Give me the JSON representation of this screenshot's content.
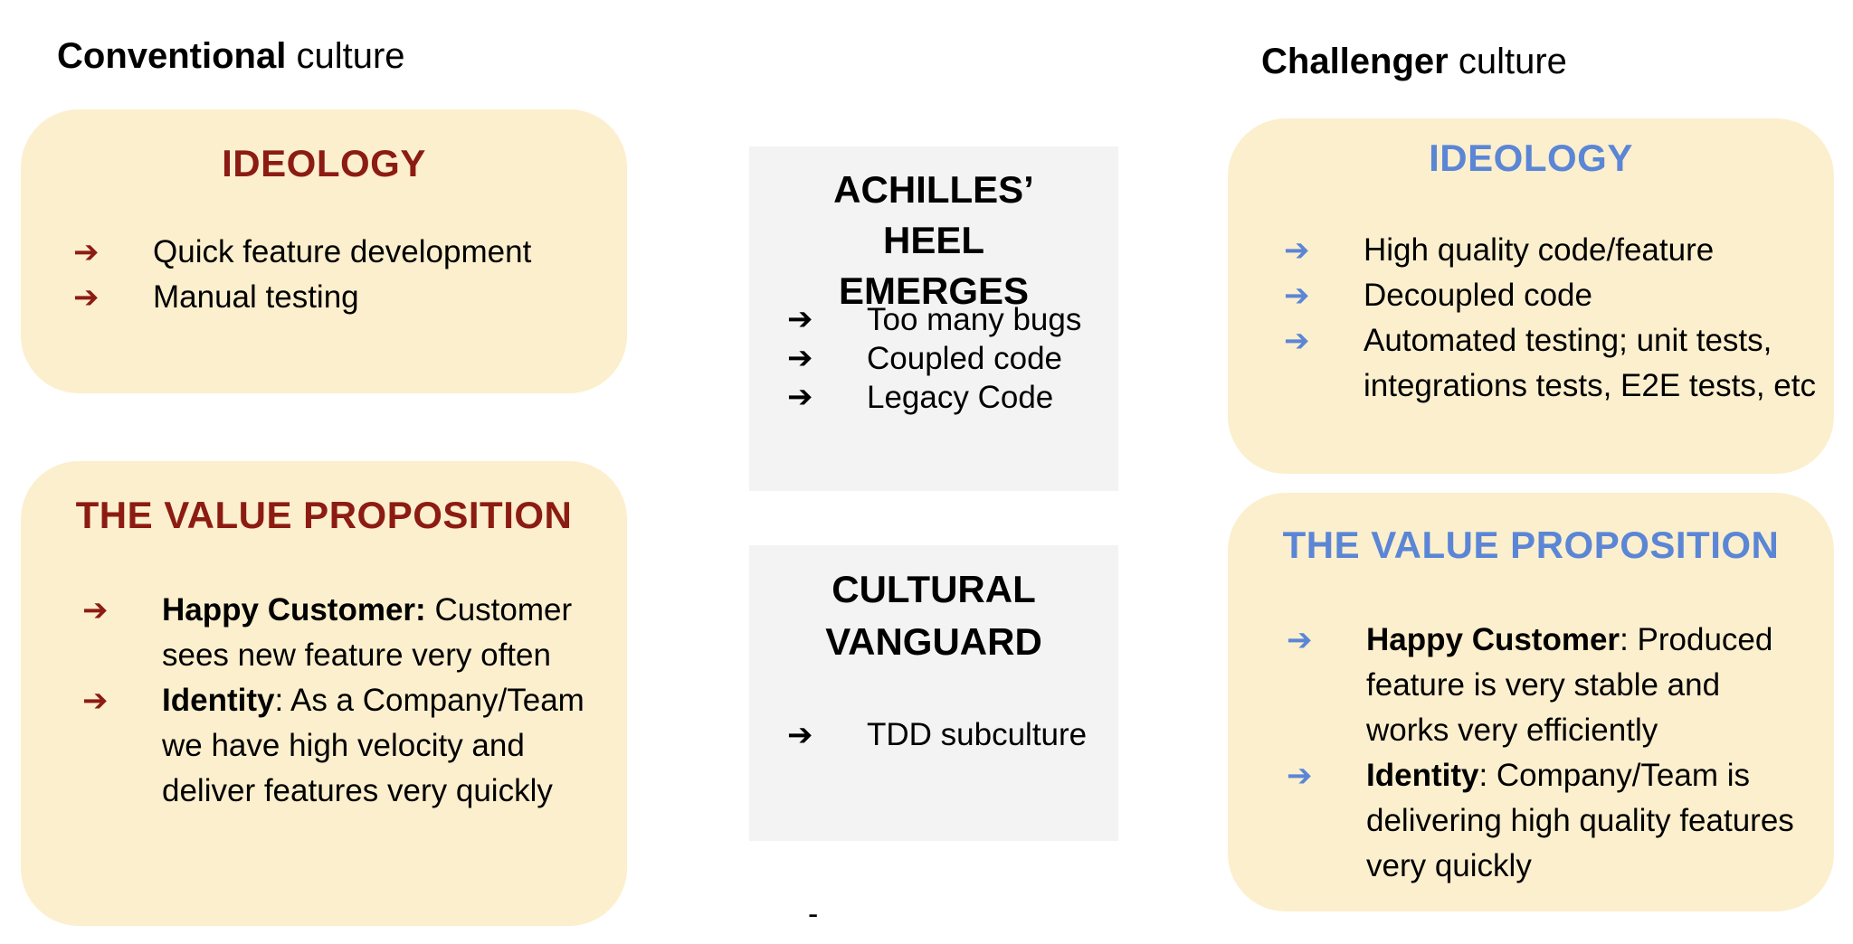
{
  "left": {
    "heading_bold": "Conventional",
    "heading_rest": " culture",
    "ideology": {
      "title": "IDEOLOGY",
      "items": [
        "Quick feature development",
        "Manual testing"
      ]
    },
    "value": {
      "title": "THE VALUE PROPOSITION",
      "items": [
        {
          "bold": "Happy Customer:",
          "text": " Customer sees new feature very often"
        },
        {
          "bold": "Identity",
          "text": ": As a Company/Team we have high velocity and deliver features very quickly"
        }
      ]
    }
  },
  "middle": {
    "heel": {
      "title": "ACHILLES’ HEEL EMERGES",
      "items": [
        "Too many bugs",
        "Coupled code",
        "Legacy Code"
      ]
    },
    "vanguard": {
      "title": "CULTURAL VANGUARD",
      "items": [
        "TDD subculture"
      ]
    },
    "footer_mark": "-"
  },
  "right": {
    "heading_bold": "Challenger",
    "heading_rest": " culture",
    "ideology": {
      "title": "IDEOLOGY",
      "items": [
        "High quality code/feature",
        "Decoupled code",
        "Automated testing; unit tests, integrations tests, E2E tests, etc"
      ]
    },
    "value": {
      "title": "THE VALUE PROPOSITION",
      "items": [
        {
          "bold": "Happy Customer",
          "text": ": Produced feature is very stable and works very efficiently"
        },
        {
          "bold": "Identity",
          "text": ": Company/Team is delivering high quality features very quickly"
        }
      ]
    }
  },
  "colors": {
    "card_fill": "#fcefcd",
    "left_accent": "#8c1c13",
    "right_accent": "#5b86d6",
    "middle_fill": "#f3f3f3"
  },
  "icons": {
    "bullet": "right-arrow-icon"
  }
}
